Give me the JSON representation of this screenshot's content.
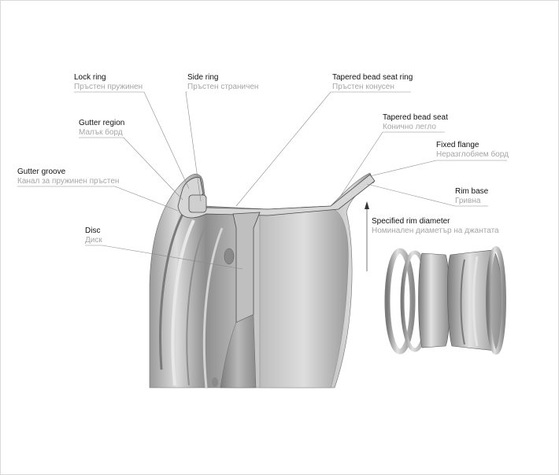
{
  "labels": {
    "lock_ring": {
      "en": "Lock ring",
      "bg": "Пръстен пружинен"
    },
    "side_ring": {
      "en": "Side ring",
      "bg": "Пръстен страничен"
    },
    "tapered_bead_seat_ring": {
      "en": "Tapered bead seat ring",
      "bg": "Пръстен конусен"
    },
    "tapered_bead_seat": {
      "en": "Tapered bead seat",
      "bg": "Конично легло"
    },
    "fixed_flange": {
      "en": "Fixed flange",
      "bg": "Неразглобяем борд"
    },
    "rim_base": {
      "en": "Rim base",
      "bg": "Гривна"
    },
    "specified_rim_diameter": {
      "en": "Specified rim diameter",
      "bg": "Номинален диаметър на джантата"
    },
    "gutter_region": {
      "en": "Gutter region",
      "bg": "Малък борд"
    },
    "gutter_groove": {
      "en": "Gutter groove",
      "bg": "Канал за пружинен пръстен"
    },
    "disc": {
      "en": "Disc",
      "bg": "Диск"
    }
  },
  "colors": {
    "background": "#ffffff",
    "label_primary": "#111111",
    "label_secondary": "#a6a6a6",
    "leader_line": "#8a8a8a",
    "metal_light": "#e6e6e6",
    "metal_mid": "#b4b4b4",
    "metal_dark": "#6e6e6e"
  }
}
